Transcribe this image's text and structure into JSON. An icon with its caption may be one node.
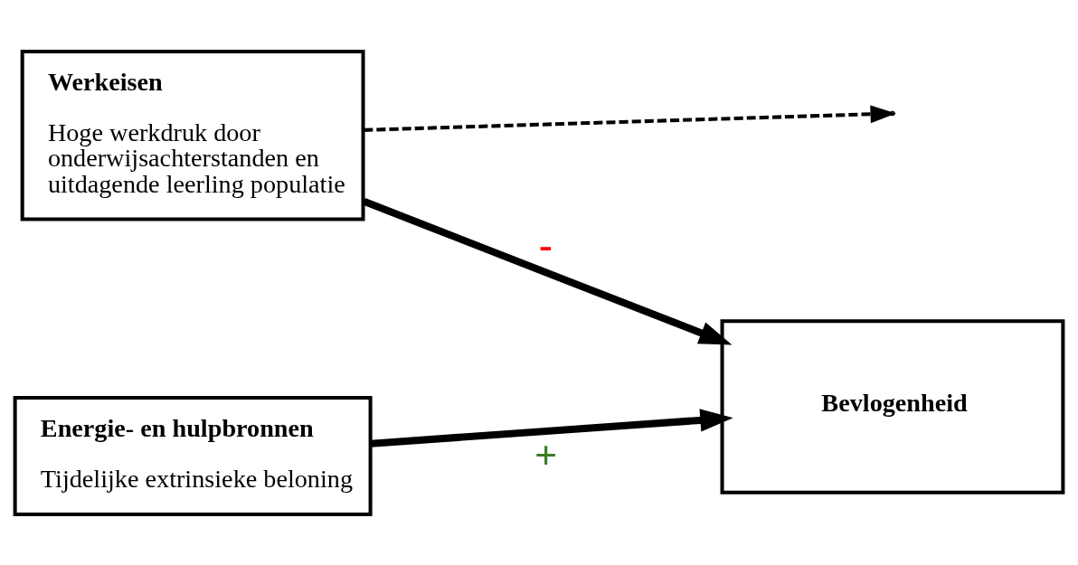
{
  "diagram": {
    "nodes": [
      {
        "text": [
          "Werkeisen",
          "Hoge werkdruk door onderwijsachterstanden en uitdagende leerling populatie"
        ]
      },
      {
        "text": [
          "Energie- en hulpbronnen",
          "Tijdelijke extrinsieke beloning"
        ]
      },
      {
        "text": [
          "Bevlogenheid"
        ]
      }
    ],
    "edges": [
      {
        "from": 0,
        "to": 2,
        "arrow": "to",
        "label": "-"
      },
      {
        "from": 0,
        "to": null,
        "arrow": "to",
        "style": "dashed"
      },
      {
        "from": 1,
        "to": 2,
        "arrow": "to",
        "label": "+"
      }
    ]
  }
}
